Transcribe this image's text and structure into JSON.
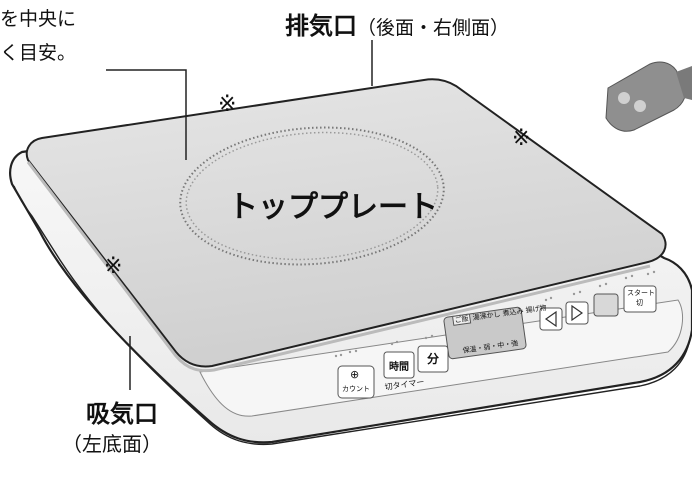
{
  "labels": {
    "center_note_line1": "を中央に",
    "center_note_line2": "く目安。",
    "exhaust_bold": "排気口",
    "exhaust_paren": "（後面・右側面）",
    "top_plate": "トッププレート",
    "intake_bold": "吸気口",
    "intake_paren": "（左底面）",
    "asterisk": "※"
  },
  "panel": {
    "mode_buttons": [
      "ご飯",
      "湯沸かし",
      "煮込み",
      "揚げ物"
    ],
    "heat_levels": "保温・弱・中・強",
    "count_label": "カウント",
    "timer_button": "時間",
    "minute_button": "分",
    "off_timer_label": "切タイマー",
    "start_line1": "スタート",
    "start_line2": "切",
    "dial_icon": "⊕"
  },
  "colors": {
    "plate": "#d8d8d8",
    "body": "#f4f4f4",
    "outline": "#222222",
    "plug": "#8a8a8a"
  }
}
